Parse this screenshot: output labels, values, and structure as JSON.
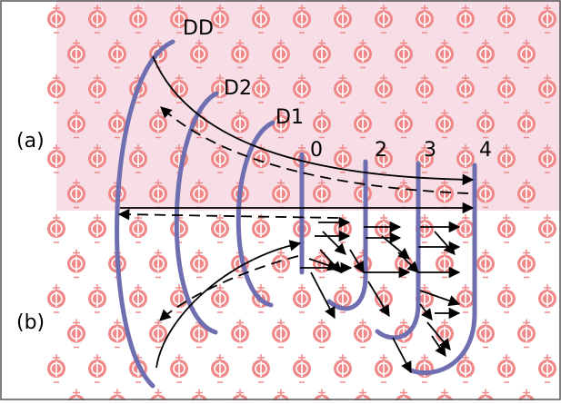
{
  "panel_labels": {
    "a": "(a)",
    "b": "(b)"
  },
  "boundary_labels": {
    "dd": "DD",
    "d2": "D2",
    "d1": "D1",
    "b0": "0",
    "b2": "2",
    "b3": "3",
    "b4": "4"
  },
  "colors": {
    "background": "#ffffff",
    "upper_band": "#f6dde6",
    "marker": "#f08a8a",
    "marker_inner": "#ffffff",
    "boundary_line": "#6e6eb0",
    "arrow": "#000000",
    "text": "#000000",
    "border": "#555555"
  },
  "icons": {
    "marker": "circled-cross-marker-icon"
  }
}
